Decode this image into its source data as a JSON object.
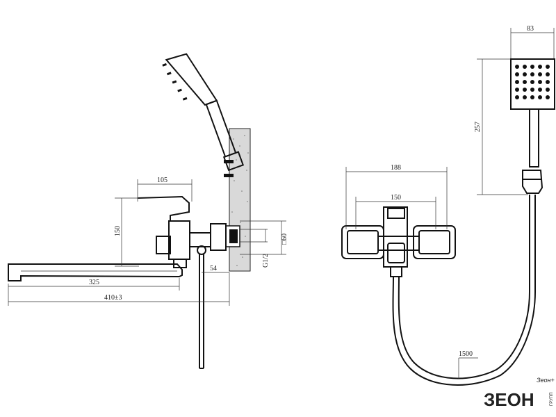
{
  "dimensions": {
    "side_view": {
      "handle_width": "105",
      "body_height": "150",
      "spout_reach": "325",
      "total_reach": "410±3",
      "wall_offset": "54",
      "square_connector": "□60",
      "thread": "G1/2"
    },
    "front_view": {
      "overall_width": "188",
      "center_distance": "150",
      "hose_length": "1500"
    },
    "shower_head": {
      "head_width": "83",
      "handset_length": "257"
    }
  },
  "brand": {
    "caption": "Зеон+",
    "logo_text": "ЗЕОН",
    "logo_sub": "ГРУПП"
  },
  "colors": {
    "line": "#1a1a1a",
    "wall_fill": "#d9d9d9",
    "logo_green": "#3a9a3a"
  }
}
